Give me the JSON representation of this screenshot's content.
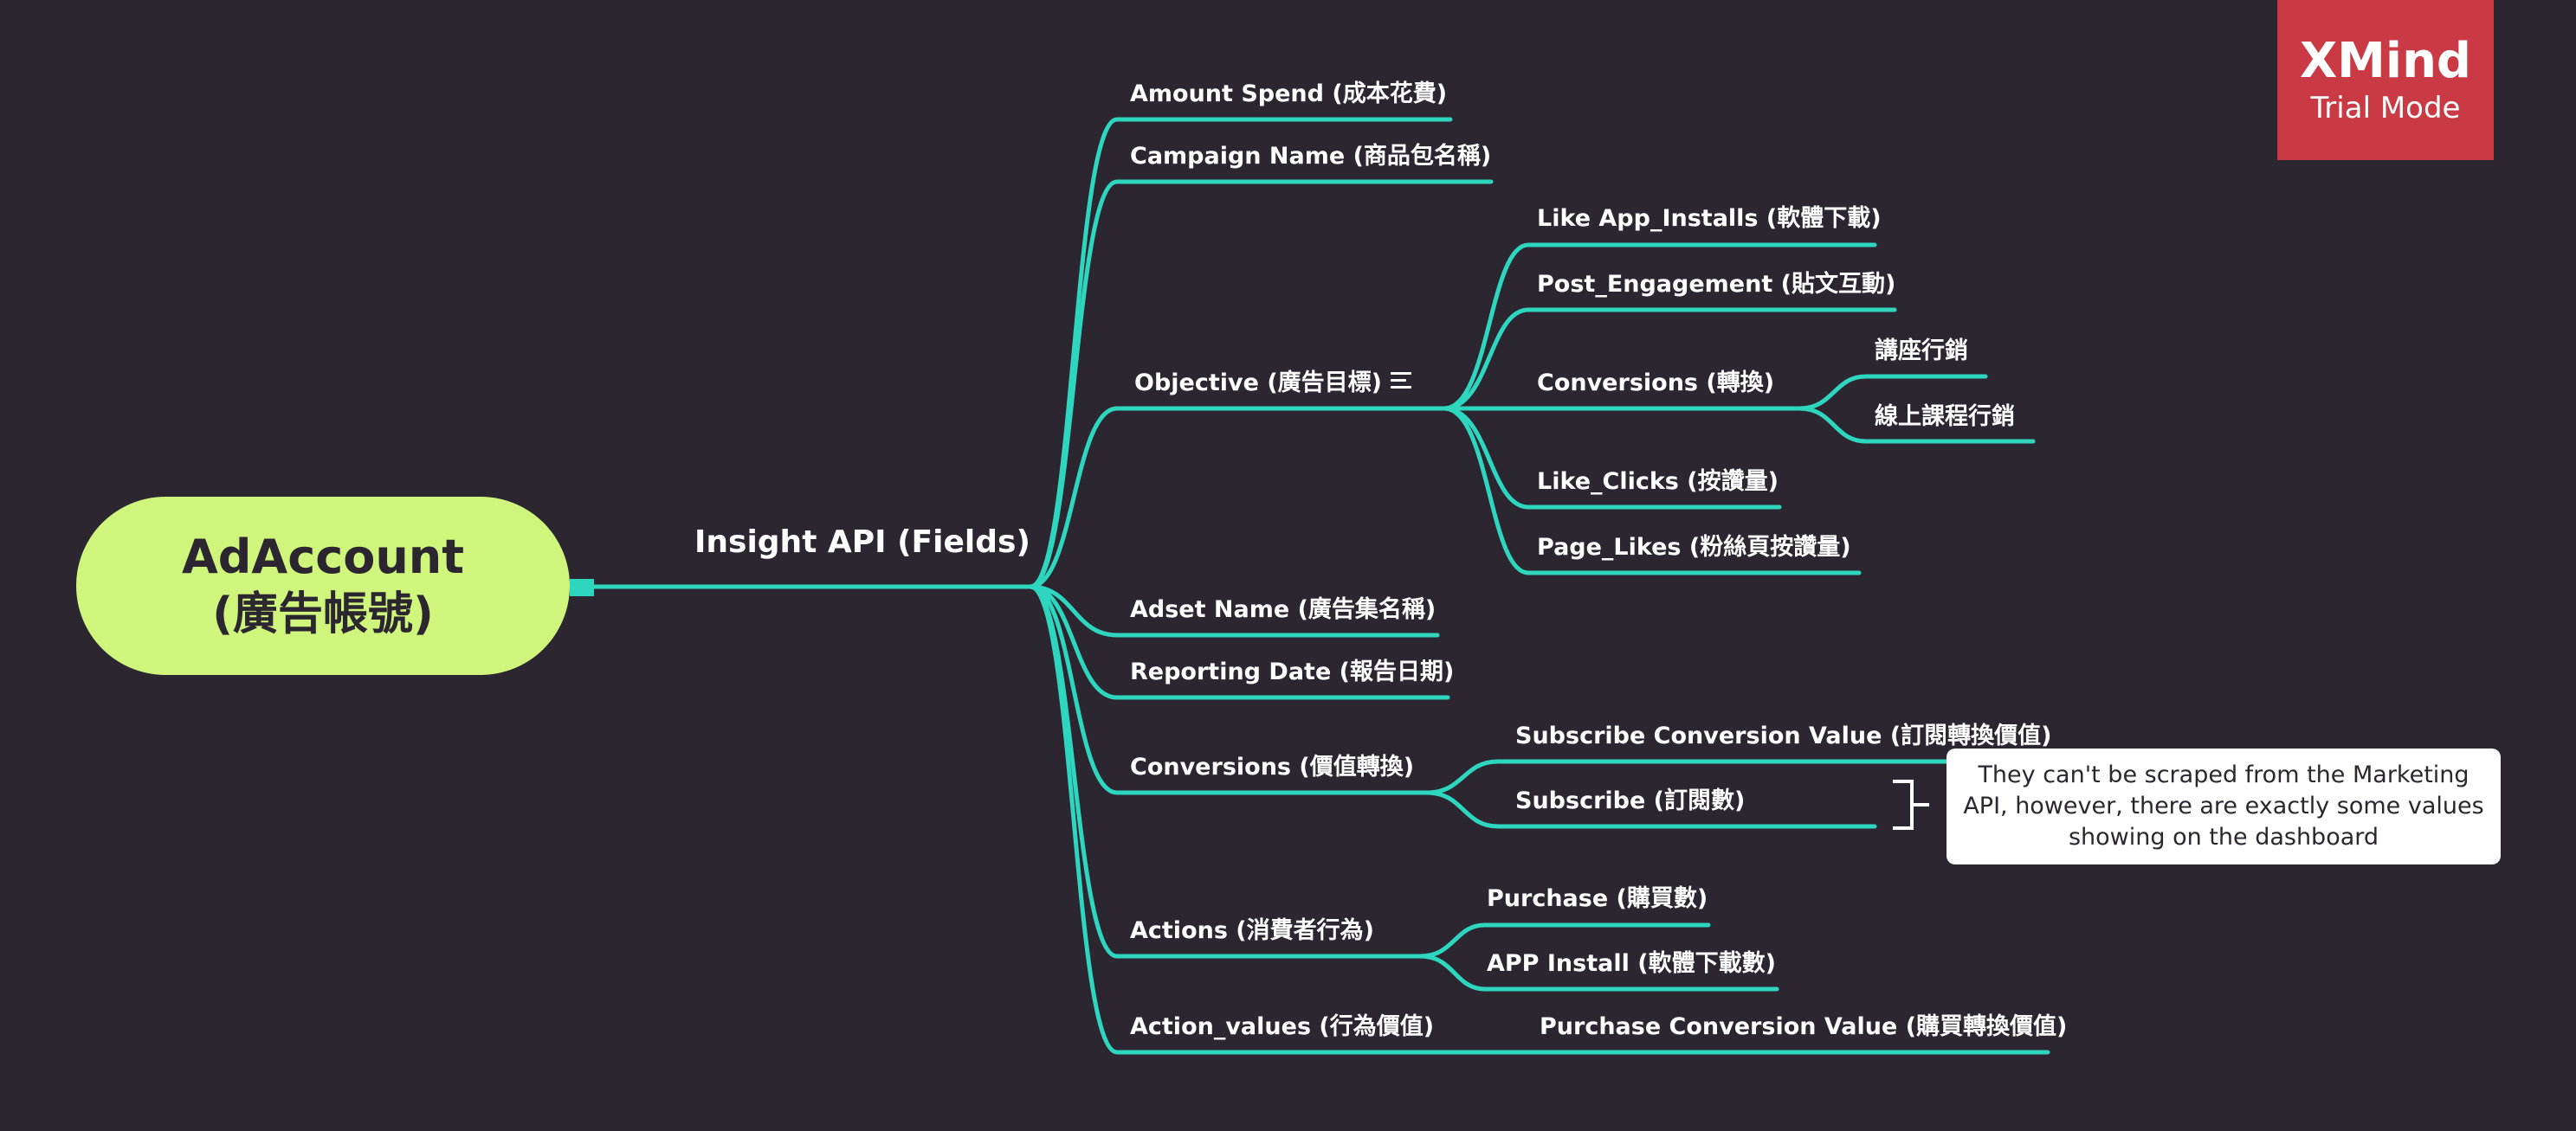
{
  "root": {
    "line1": "AdAccount",
    "line2": "(廣告帳號)"
  },
  "main_topic": "Insight API (Fields)",
  "fields": {
    "amount_spend": "Amount Spend (成本花費)",
    "campaign_name": "Campaign Name (商品包名稱)",
    "objective": {
      "label": "Objective (廣告目標)",
      "children": {
        "like_app_installs": "Like App_Installs (軟體下載)",
        "post_engagement": "Post_Engagement (貼文互動)",
        "conversions": {
          "label": "Conversions (轉換)",
          "children": {
            "lecture_marketing": "講座行銷",
            "online_course_marketing": "線上課程行銷"
          }
        },
        "like_clicks": "Like_Clicks (按讚量)",
        "page_likes": "Page_Likes (粉絲頁按讚量)"
      }
    },
    "adset_name": "Adset Name (廣告集名稱)",
    "reporting_date": "Reporting Date (報告日期)",
    "value_conversions": {
      "label": "Conversions (價值轉換)",
      "children": {
        "subscribe_conversion_value": "Subscribe Conversion Value (訂閱轉換價值)",
        "subscribe": "Subscribe (訂閱數)"
      }
    },
    "actions": {
      "label": "Actions (消費者行為)",
      "children": {
        "purchase": "Purchase (購買數)",
        "app_install": "APP Install (軟體下載數)"
      }
    },
    "action_values": {
      "label": "Action_values (行為價值)",
      "children": {
        "purchase_conversion_value": "Purchase Conversion Value (購買轉換價值)"
      }
    }
  },
  "callout": "They can't be scraped from the Marketing API, however, there are exactly some values showing on the dashboard",
  "watermark": {
    "title": "XMind",
    "subtitle": "Trial Mode"
  },
  "colors": {
    "background": "#2b2630",
    "branch": "#2fd6bf",
    "root_fill": "#cff57c",
    "watermark": "#c93a45"
  }
}
